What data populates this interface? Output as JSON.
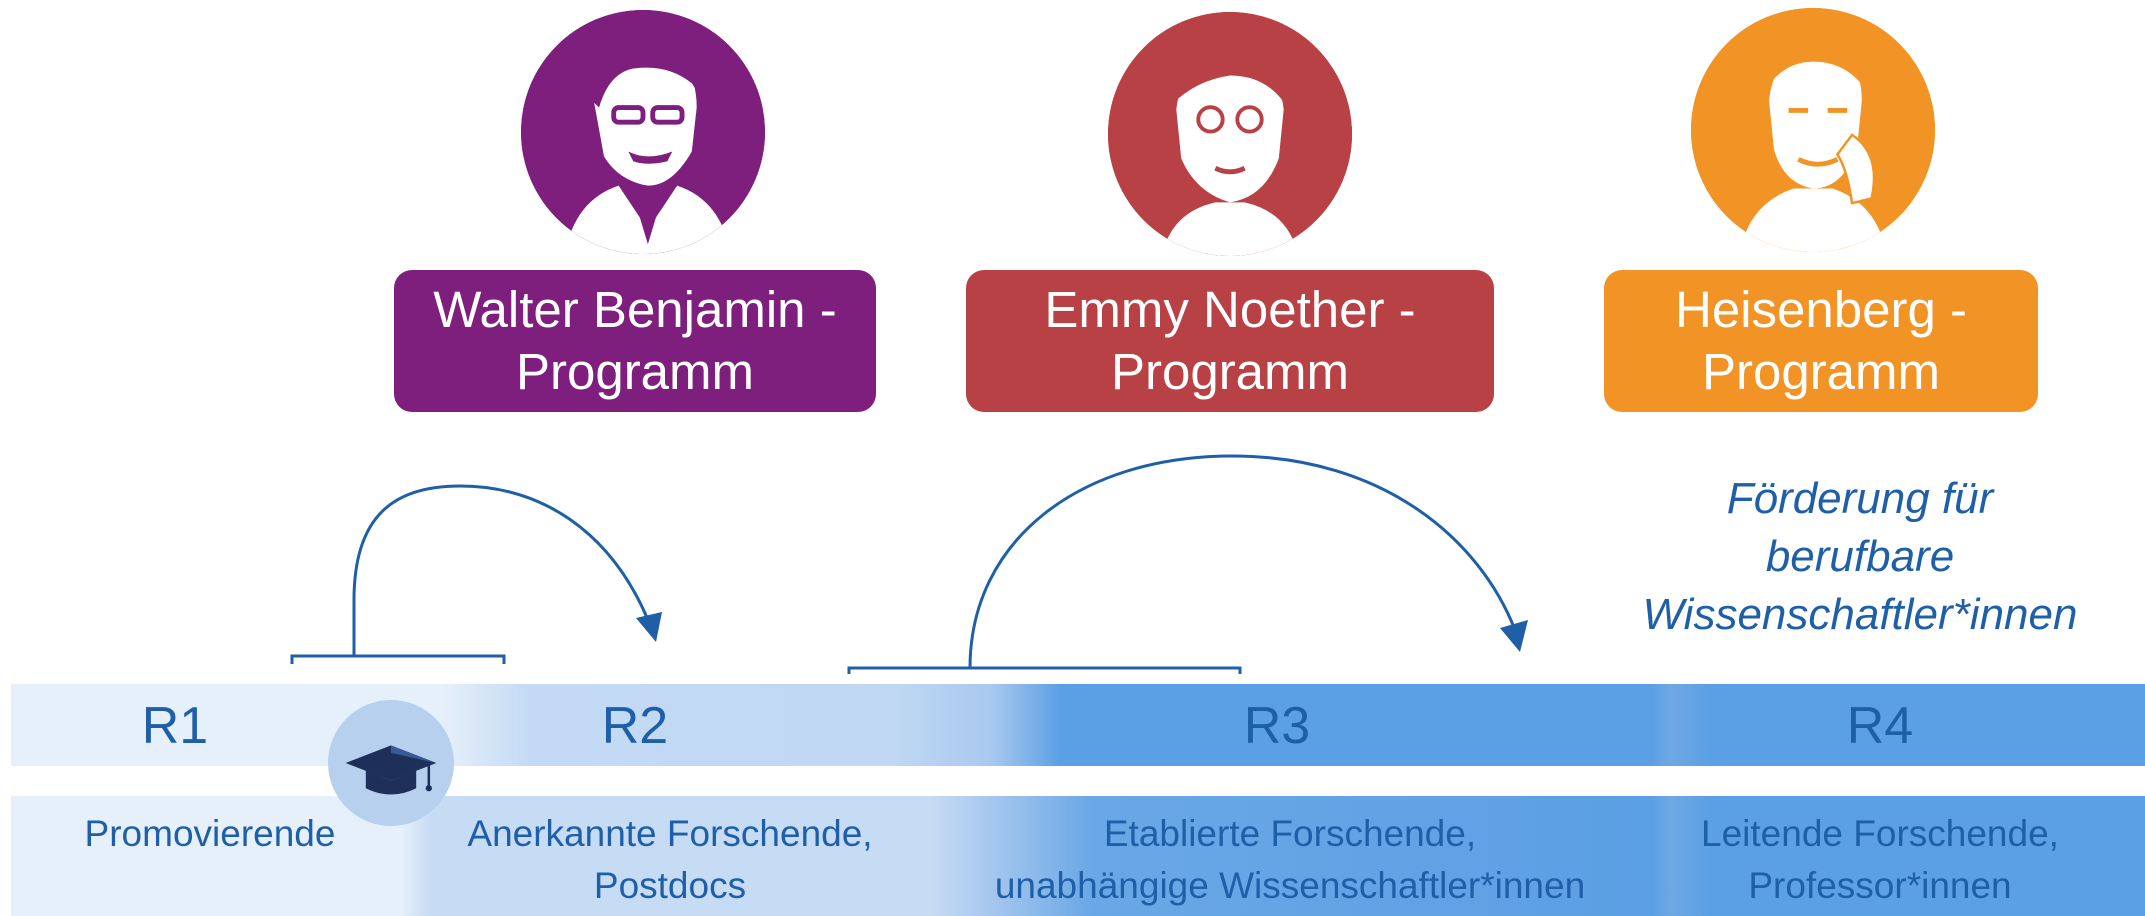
{
  "colors": {
    "walter": "#7f1f7d",
    "emmy": "#b84146",
    "heisenberg": "#f29425",
    "text_blue": "#1f5fa8",
    "band_light": "#e3eef9",
    "band_mid": "#bcd6f2",
    "band_dark": "#5a9fe3"
  },
  "programs": [
    {
      "line1": "Walter Benjamin -",
      "line2": "Programm",
      "portrait": "walter-benjamin-portrait"
    },
    {
      "line1": "Emmy Noether -",
      "line2": "Programm",
      "portrait": "emmy-noether-portrait"
    },
    {
      "line1": "Heisenberg -",
      "line2": "Programm",
      "portrait": "heisenberg-portrait"
    }
  ],
  "note": {
    "line1": "Förderung für",
    "line2": "berufbare",
    "line3": "Wissenschaftler*innen"
  },
  "stages": [
    {
      "label": "R1",
      "desc1": "Promovierende",
      "desc2": ""
    },
    {
      "label": "R2",
      "desc1": "Anerkannte Forschende,",
      "desc2": "Postdocs"
    },
    {
      "label": "R3",
      "desc1": "Etablierte Forschende,",
      "desc2": "unabhängige Wissenschaftler*innen"
    },
    {
      "label": "R4",
      "desc1": "Leitende Forschende,",
      "desc2": "Professor*innen"
    }
  ],
  "icons": {
    "graduation": "graduation-cap-icon"
  }
}
